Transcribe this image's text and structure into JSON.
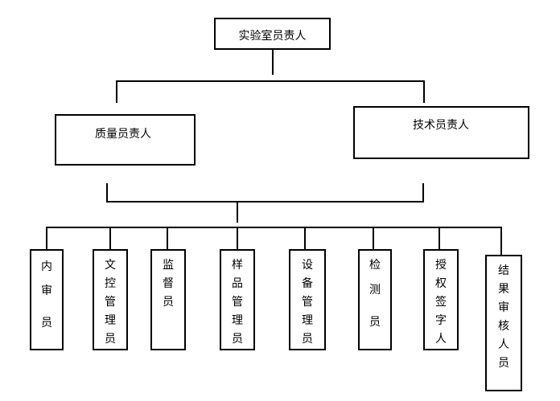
{
  "org_chart": {
    "root": "实验室员责人",
    "managers": [
      "质量员责人",
      "技术员责人"
    ],
    "staff": [
      [
        "内",
        "审",
        "员"
      ],
      [
        "文",
        "控",
        "管",
        "理",
        "员"
      ],
      [
        "监",
        "督",
        "员"
      ],
      [
        "样",
        "品",
        "管",
        "理",
        "员"
      ],
      [
        "设",
        "备",
        "管",
        "理",
        "员"
      ],
      [
        "检",
        "测",
        "员"
      ],
      [
        "授",
        "权",
        "签",
        "字",
        "人"
      ],
      [
        "结",
        "果",
        "审",
        "核",
        "人",
        "员"
      ]
    ]
  }
}
